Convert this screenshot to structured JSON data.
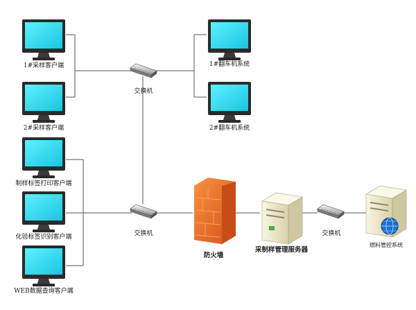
{
  "labels": {
    "client_1": "1#采样客户端",
    "client_2": "2#采样客户端",
    "client_print": "制样标签打印客户端",
    "client_lab": "化验标签识别客户端",
    "client_web": "WEB数据查询客户端",
    "switch_top": "交换机",
    "switch_bottom": "交换机",
    "switch_right": "交换机",
    "tipper_1": "1#翻车机系统",
    "tipper_2": "2#翻车机系统",
    "firewall": "防火墙",
    "server": "采制样管理服务器",
    "fuel_system": "燃料管控系统"
  },
  "colors": {
    "screen": "#35e0f2",
    "monitor_frame": "#2b2b2b",
    "line": "#555555",
    "firewall": "#ef6f2a",
    "server_body": "#f1ecd2"
  }
}
